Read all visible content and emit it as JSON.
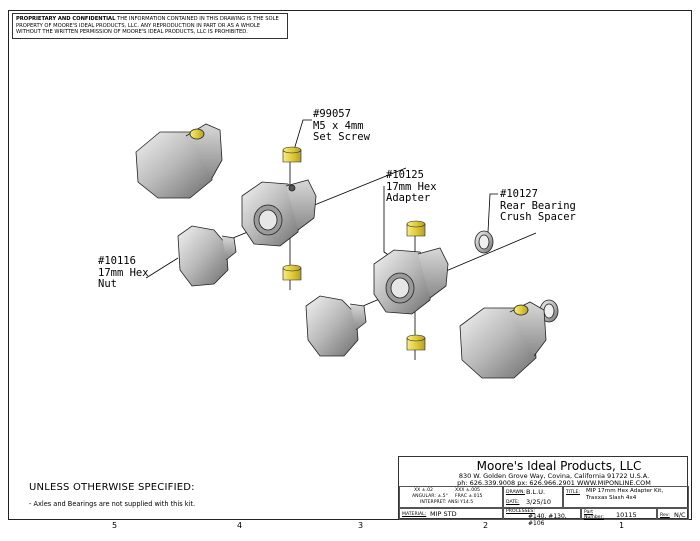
{
  "header": {
    "prop_title": "PROPRIETARY AND CONFIDENTIAL",
    "prop_text": "THE INFORMATION CONTAINED IN THIS DRAWING IS THE SOLE PROPERTY OF MOORE'S IDEAL PRODUCTS, LLC. ANY REPRODUCTION IN PART OR AS A WHOLE WITHOUT THE WRITTEN PERMISSION OF MOORE'S IDEAL PRODUCTS, LLC IS PROHIBITED."
  },
  "callouts": {
    "set_screw": "#99057\nM5 x 4mm\nSet Screw",
    "hex_adapter": "#10125\n17mm Hex\nAdapter",
    "crush_spacer": "#10127\nRear Bearing\nCrush Spacer",
    "hex_nut": "#10116\n17mm Hex\nNut"
  },
  "notes": {
    "unless": "UNLESS OTHERWISE SPECIFIED:",
    "axles": "- Axles and Bearings are not supplied with this kit."
  },
  "title_block": {
    "company": "Moore's Ideal Products, LLC",
    "address": "830 W. Golden Grove Way, Covina, California 91722 U.S.A.",
    "contact": "ph: 626.339.9008  px: 626.966.2901  WWW.MIPONLINE.COM",
    "tol_xxx": "XX ±.02",
    "tol_xxxx": "XXX ±.005",
    "tol_angular": "ANGULAR: ±.5°",
    "tol_frac": "FRAC ±.015",
    "interpret": "INTERPRET: ANSI Y14.5",
    "drawn_label": "DRAWN:",
    "drawn_value": "B.L.U.",
    "date_label": "DATE:",
    "date_value": "3/25/10",
    "title_label": "TITLE:",
    "title_value": "MIP 17mm Hex Adapter Kit,\nTraxxas Slash 4x4",
    "material_label": "MATERIAL:",
    "material_value": "MIP STD",
    "processes_label": "PROCESSES:",
    "processes_value": "#140, #130, #106",
    "part_label": "Part Number:",
    "part_value": "10115",
    "rev_label": "Rev:",
    "rev_value": "N/C"
  },
  "zones": [
    "5",
    "4",
    "3",
    "2",
    "1"
  ],
  "colors": {
    "brass": "#e8d84a",
    "steel": "#c8c8c8",
    "steel_dark": "#7a7a7a"
  }
}
